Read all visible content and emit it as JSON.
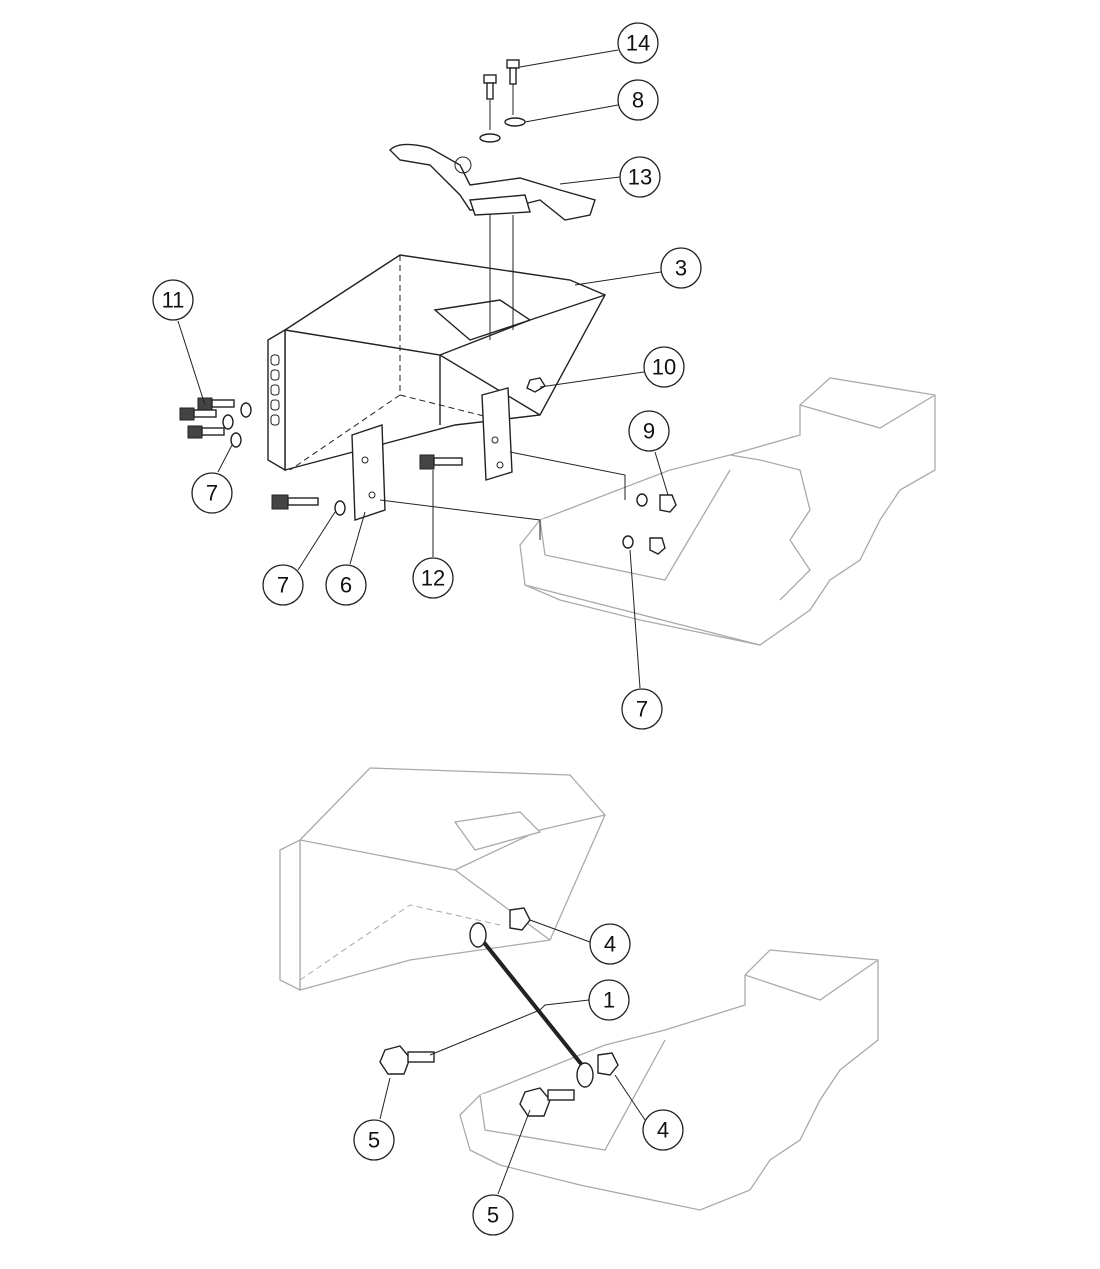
{
  "callouts": {
    "c14": "14",
    "c8": "8",
    "c13": "13",
    "c3": "3",
    "c11": "11",
    "c10": "10",
    "c9": "9",
    "c7a": "7",
    "c7b": "7",
    "c6": "6",
    "c12": "12",
    "c7c": "7",
    "c4a": "4",
    "c1": "1",
    "c4b": "4",
    "c5a": "5",
    "c5b": "5"
  }
}
